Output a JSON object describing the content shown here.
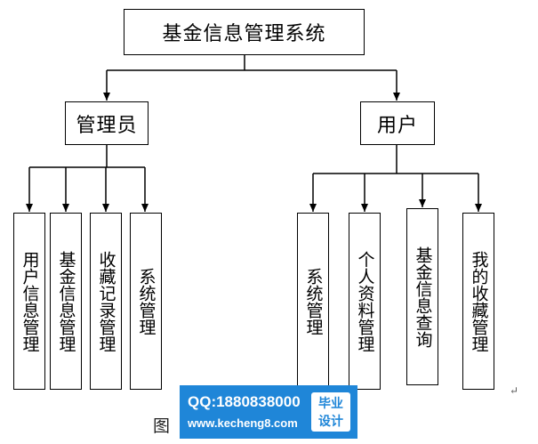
{
  "diagram": {
    "root": "基金信息管理系统",
    "branches": [
      {
        "label": "管理员",
        "children": [
          "用户信息管理",
          "基金信息管理",
          "收藏记录管理",
          "系统管理"
        ]
      },
      {
        "label": "用户",
        "children": [
          "系统管理",
          "个人资料管理",
          "基金信息查询",
          "我的收藏管理"
        ]
      }
    ],
    "caption": "图",
    "return_mark": "↵"
  },
  "watermark": {
    "qq": "QQ:1880838000",
    "url": "www.kecheng8.com",
    "badge_line1": "毕业",
    "badge_line2": "设计"
  }
}
